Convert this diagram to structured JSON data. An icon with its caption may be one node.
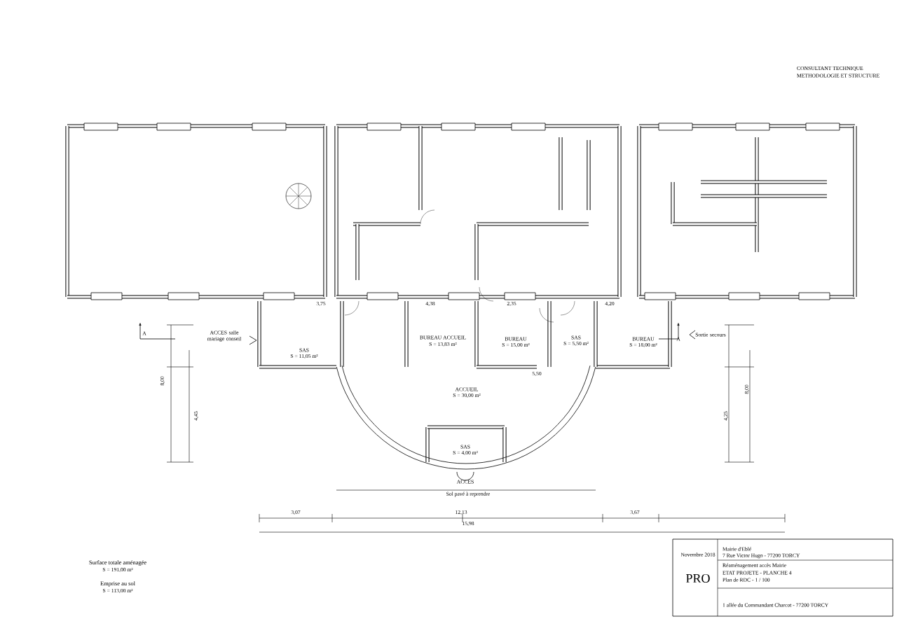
{
  "diagram": {
    "labels": [
      "CONSULTANT TECHNIQUE",
      "METHODOLOGIE ET STRUCTURE",
      "3,75",
      "4,38",
      "2,35",
      "4,20",
      "ACCES salle mariage conseil",
      "A",
      "SAS",
      "S = 11,05 m²",
      "BUREAU ACCUEIL",
      "S = 13,83 m²",
      "BUREAU",
      "S = 15,00 m²",
      "SAS",
      "S = 5,50 m²",
      "BUREAU",
      "S = 18,00 m²",
      "Sortie secours",
      "A",
      "5,50",
      "ACCUEIL",
      "S = 30,00 m²",
      "8,00",
      "4,25",
      "8,00",
      "4,45",
      "SAS",
      "S = 4,00 m²",
      "ACCES",
      "Sol pavé à reprendre",
      "3,07",
      "12,13",
      "15,98",
      "3,67",
      "Surface totale aménagée",
      "S = 191,00 m²",
      "Emprise au sol",
      "S = 113,00 m²",
      "Novembre 2018",
      "PRO",
      "Mairie d'Eblé",
      "7 Rue Victor Hugo - 77200 TORCY",
      "Réaménagement accès Mairie",
      "ETAT PROJETE - PLANCHE 4",
      "Plan de RDC - 1 / 100",
      "1 allée du Commandant Charcot - 77200 TORCY"
    ]
  }
}
